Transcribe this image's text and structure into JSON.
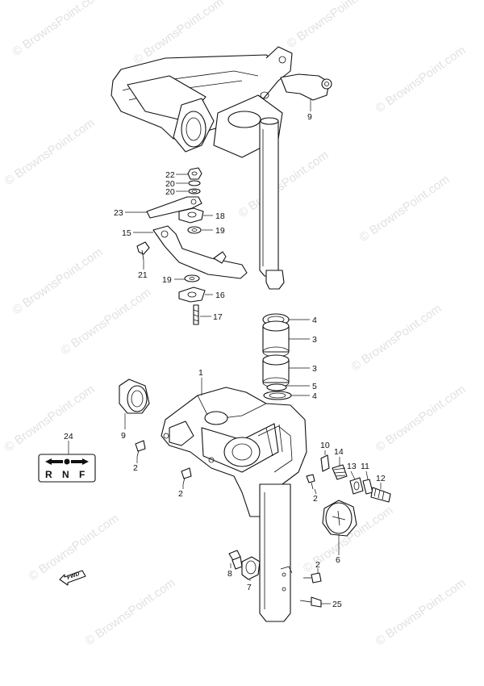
{
  "watermark": {
    "text": "© BrownsPoint.com"
  },
  "callouts": [
    {
      "id": "c9a",
      "label": "9"
    },
    {
      "id": "c22",
      "label": "22"
    },
    {
      "id": "c20a",
      "label": "20"
    },
    {
      "id": "c20b",
      "label": "20"
    },
    {
      "id": "c23",
      "label": "23"
    },
    {
      "id": "c18",
      "label": "18"
    },
    {
      "id": "c15",
      "label": "15"
    },
    {
      "id": "c19a",
      "label": "19"
    },
    {
      "id": "c21",
      "label": "21"
    },
    {
      "id": "c19b",
      "label": "19"
    },
    {
      "id": "c16",
      "label": "16"
    },
    {
      "id": "c17",
      "label": "17"
    },
    {
      "id": "c4a",
      "label": "4"
    },
    {
      "id": "c3a",
      "label": "3"
    },
    {
      "id": "c3b",
      "label": "3"
    },
    {
      "id": "c5",
      "label": "5"
    },
    {
      "id": "c4b",
      "label": "4"
    },
    {
      "id": "c1",
      "label": "1"
    },
    {
      "id": "c9b",
      "label": "9"
    },
    {
      "id": "c24",
      "label": "24"
    },
    {
      "id": "c2a",
      "label": "2"
    },
    {
      "id": "c2b",
      "label": "2"
    },
    {
      "id": "c10",
      "label": "10"
    },
    {
      "id": "c14",
      "label": "14"
    },
    {
      "id": "c13",
      "label": "13"
    },
    {
      "id": "c11",
      "label": "11"
    },
    {
      "id": "c12",
      "label": "12"
    },
    {
      "id": "c2c",
      "label": "2"
    },
    {
      "id": "c6",
      "label": "6"
    },
    {
      "id": "c8",
      "label": "8"
    },
    {
      "id": "c7",
      "label": "7"
    },
    {
      "id": "c2d",
      "label": "2"
    },
    {
      "id": "c25",
      "label": "25"
    }
  ],
  "shift_plate": {
    "letters": [
      "R",
      "N",
      "F"
    ]
  },
  "fwd_marker": {
    "text": "FWD"
  }
}
